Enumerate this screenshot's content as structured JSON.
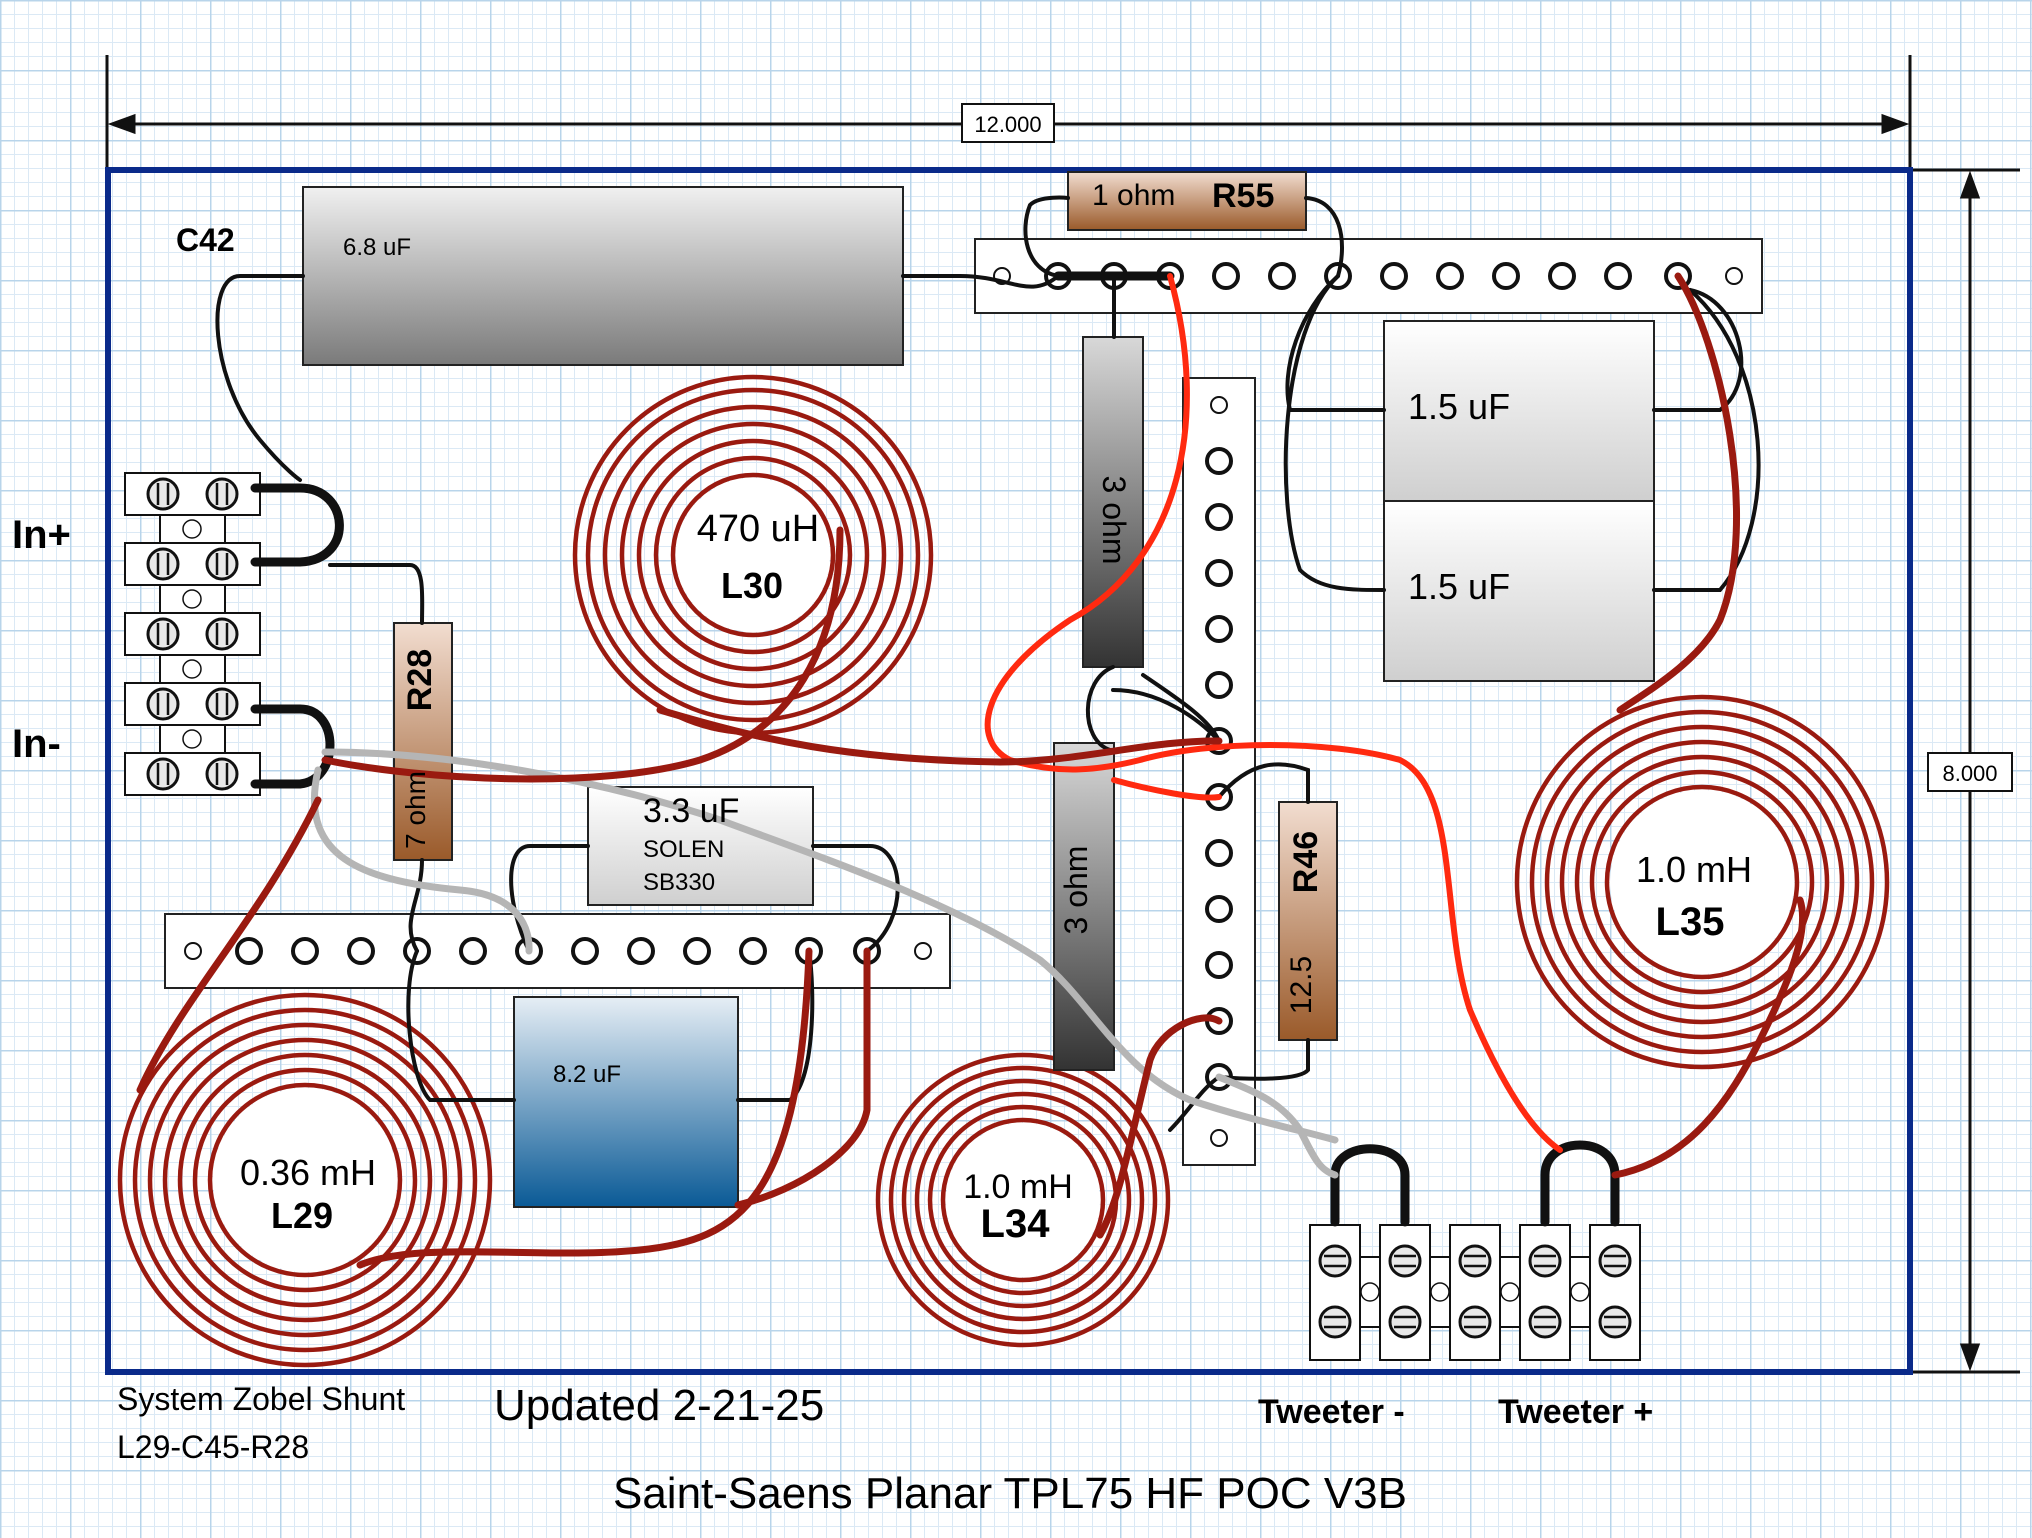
{
  "dimensions": {
    "width": "12.000",
    "height": "8.000"
  },
  "terminals": {
    "in_plus": "In+",
    "in_minus": "In-",
    "tweeter_minus": "Tweeter -",
    "tweeter_plus": "Tweeter +"
  },
  "components": {
    "c42": {
      "ref": "C42",
      "value": "6.8 uF"
    },
    "r55": {
      "ref": "R55",
      "value": "1 ohm"
    },
    "r_top_vertical": {
      "value": "3 ohm"
    },
    "r_mid_vertical": {
      "value": "3 ohm"
    },
    "cap_a": {
      "value": "1.5 uF"
    },
    "cap_b": {
      "value": "1.5 uF"
    },
    "l30": {
      "ref": "L30",
      "value": "470 uH"
    },
    "r28": {
      "ref": "R28",
      "value": "7 ohm"
    },
    "c_solen": {
      "value": "3.3 uF",
      "line2": "SOLEN",
      "line3": "SB330"
    },
    "c_blue": {
      "value": "8.2 uF"
    },
    "l29": {
      "ref": "L29",
      "value": "0.36 mH"
    },
    "l34": {
      "ref": "L34",
      "value": "1.0 mH"
    },
    "l35": {
      "ref": "L35",
      "value": "1.0 mH"
    },
    "r46": {
      "ref": "R46",
      "value": "12.5"
    }
  },
  "notes": {
    "zobel_line1": "System Zobel Shunt",
    "zobel_line2": "L29-C45-R28",
    "updated": "Updated 2-21-25",
    "title": "Saint-Saens Planar TPL75 HF POC V3B"
  },
  "colors": {
    "board_border": "#0a2a8a",
    "coil": "#9a1a10",
    "wire_black": "#111111",
    "wire_red": "#ff2a10",
    "wire_grey": "#b5b5b5"
  }
}
